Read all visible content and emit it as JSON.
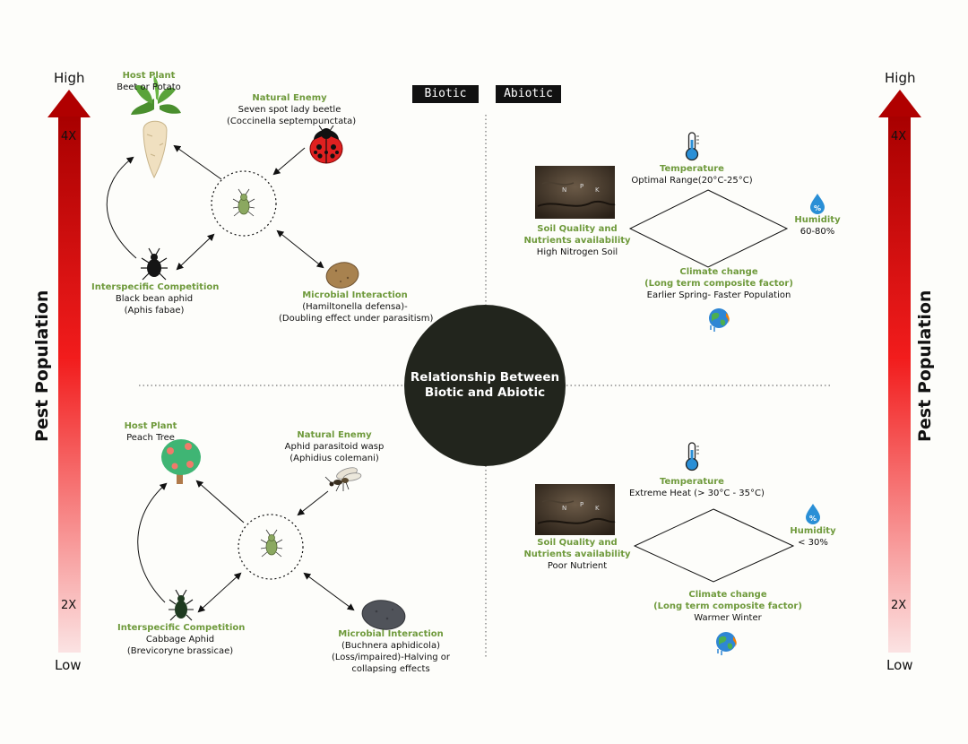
{
  "tags": {
    "biotic": "Biotic",
    "abiotic": "Abiotic"
  },
  "center": {
    "title": "Relationship Between Biotic and Abiotic"
  },
  "left_axis": {
    "high": "High",
    "mark_4x": "4X",
    "mark_2x": "2X",
    "low": "Low",
    "title": "Pest Population"
  },
  "right_axis": {
    "high": "High",
    "mark_4x": "4X",
    "mark_2x": "2X",
    "low": "Low",
    "title": "Pest Population"
  },
  "biotic_top": {
    "host_title": "Host Plant",
    "host_value": "Beet or Potato",
    "enemy_title": "Natural Enemy",
    "enemy_value1": "Seven spot lady beetle",
    "enemy_value2": "(Coccinella septempunctata)",
    "competition_title": "Interspecific Competition",
    "competition_value1": "Black bean aphid",
    "competition_value2": "(Aphis fabae)",
    "microbe_title": "Microbial Interaction",
    "microbe_value1": "(Hamiltonella defensa)-",
    "microbe_value2": "(Doubling effect under parasitism)"
  },
  "biotic_bottom": {
    "host_title": "Host Plant",
    "host_value": "Peach Tree",
    "enemy_title": "Natural Enemy",
    "enemy_value1": "Aphid parasitoid wasp",
    "enemy_value2": "(Aphidius colemani)",
    "competition_title": "Interspecific Competition",
    "competition_value1": "Cabbage Aphid",
    "competition_value2": "(Brevicoryne brassicae)",
    "microbe_title": "Microbial Interaction",
    "microbe_value1": "(Buchnera aphidicola)",
    "microbe_value2": "(Loss/impaired)-Halving or",
    "microbe_value3": "collapsing effects"
  },
  "abiotic_top": {
    "temp_title": "Temperature",
    "temp_value": "Optimal Range(20°C-25°C)",
    "humidity_title": "Humidity",
    "humidity_value": "60-80%",
    "soil_title1": "Soil Quality and",
    "soil_title2": "Nutrients availability",
    "soil_value": "High Nitrogen Soil",
    "climate_title1": "Climate change",
    "climate_title2": "(Long term composite factor)",
    "climate_value": "Earlier Spring- Faster Population",
    "soil_letters": [
      "N",
      "P",
      "K"
    ]
  },
  "abiotic_bottom": {
    "temp_title": "Temperature",
    "temp_value": "Extreme Heat (> 30°C - 35°C)",
    "humidity_title": "Humidity",
    "humidity_value": "< 30%",
    "soil_title1": "Soil Quality and",
    "soil_title2": "Nutrients availability",
    "soil_value": "Poor Nutrient",
    "climate_title1": "Climate change",
    "climate_title2": "(Long term composite factor)",
    "climate_value": "Warmer Winter",
    "soil_letters": [
      "N",
      "P",
      "K"
    ]
  },
  "icons": {
    "beet": "beet-icon",
    "ladybug": "ladybug-icon",
    "aphid": "aphid-icon",
    "beetle": "black-bean-aphid-icon",
    "potato": "potato-icon",
    "tree": "peach-tree-icon",
    "wasp": "wasp-icon",
    "cabbage_aphid": "cabbage-aphid-icon",
    "microbe": "microbe-icon",
    "thermometer": "thermometer-icon",
    "humidity": "humidity-drop-icon",
    "soil": "soil-image",
    "earth": "climate-earth-icon"
  },
  "colors": {
    "accent_green": "#6f9a3c",
    "arrow_top": "#b00000",
    "arrow_bottom": "#f8e0e0",
    "center_bg": "#22251d"
  }
}
